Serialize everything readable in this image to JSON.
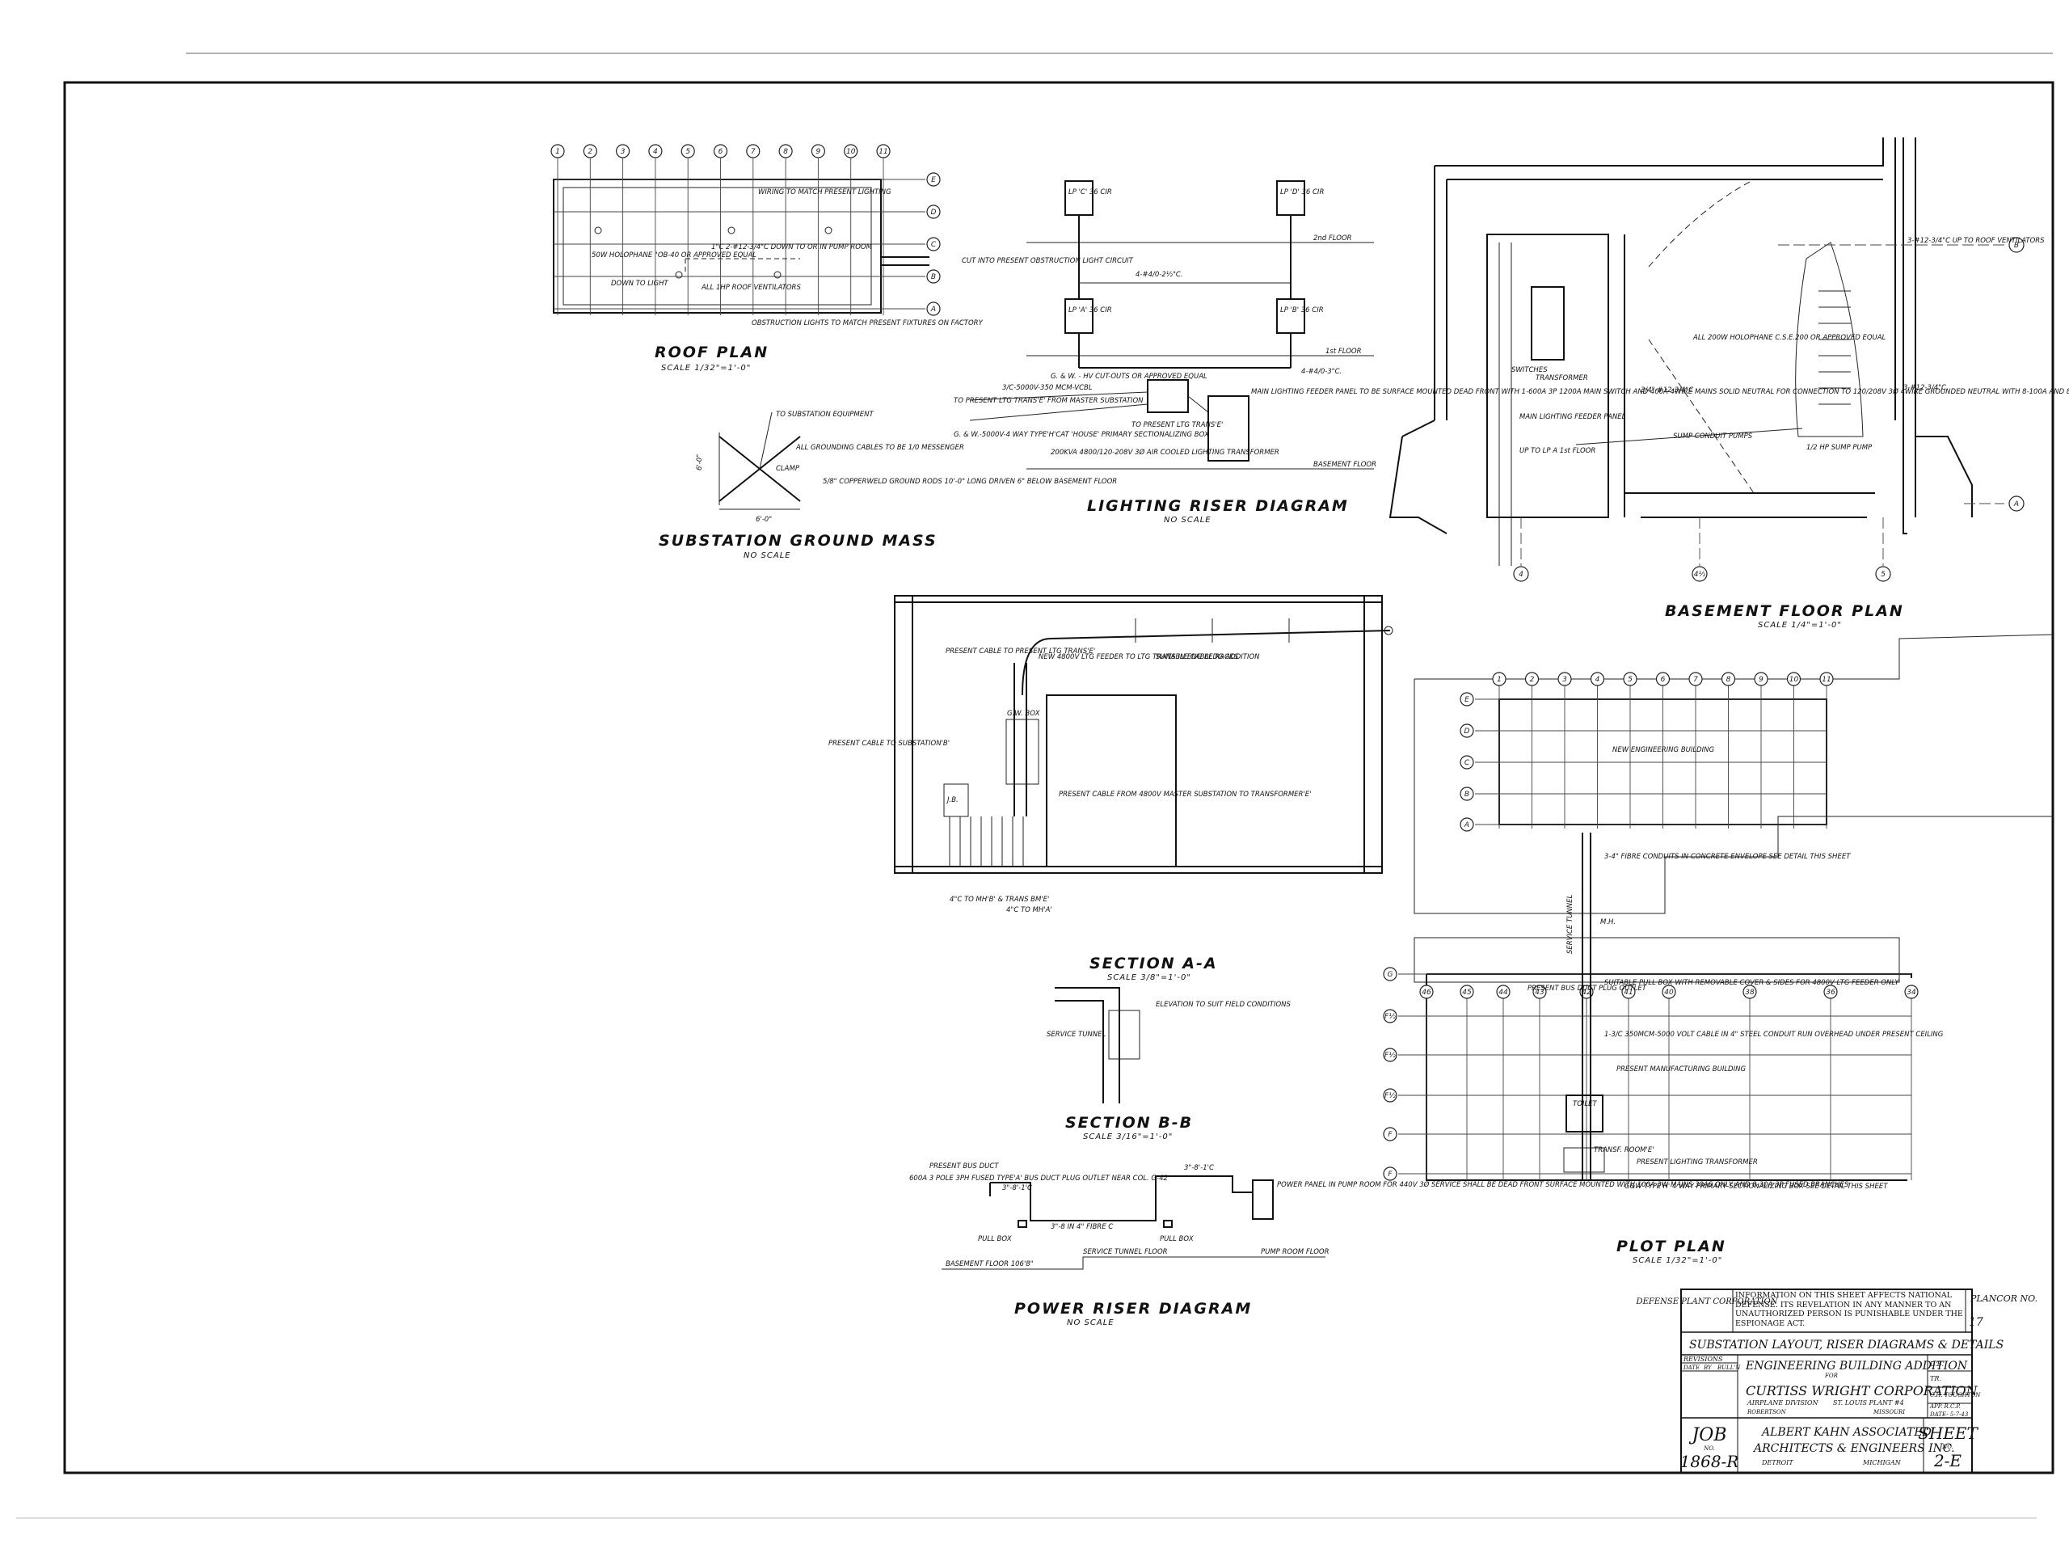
{
  "drawings": {
    "roof_plan": {
      "title": "ROOF PLAN",
      "scale": "SCALE 1/32\"=1'-0\"",
      "notes": [
        "WIRING TO MATCH PRESENT LIGHTING",
        "1\"C 2-#12-3/4\"C DOWN TO OR IN PUMP ROOM",
        "CUT INTO PRESENT OBSTRUCTION LIGHT CIRCUIT",
        "50W HOLOPHANE \"OB-40 OR APPROVED EQUAL",
        "DOWN TO LIGHT",
        "ALL 1HP ROOF VENTILATORS",
        "OBSTRUCTION LIGHTS TO MATCH PRESENT FIXTURES ON FACTORY"
      ],
      "column_bubbles": [
        "1",
        "2",
        "3",
        "4",
        "5",
        "6",
        "7",
        "8",
        "9",
        "10",
        "11"
      ],
      "row_bubbles": [
        "E",
        "D",
        "C",
        "B",
        "A"
      ]
    },
    "ground_mass": {
      "title": "SUBSTATION GROUND MASS",
      "scale": "NO SCALE",
      "notes": [
        "TO SUBSTATION EQUIPMENT",
        "ALL GROUNDING CABLES TO BE 1/0 MESSENGER",
        "CLAMP",
        "5/8\" COPPERWELD GROUND RODS 10'-0\" LONG DRIVEN 6\" BELOW BASEMENT FLOOR"
      ],
      "dims": [
        "6'-0\"",
        "6'-0\""
      ]
    },
    "lighting_riser": {
      "title": "LIGHTING RISER DIAGRAM",
      "scale": "NO SCALE",
      "panels": [
        "LP 'C' 36 CIR",
        "LP 'D' 36 CIR",
        "LP 'A' 36 CIR",
        "LP 'B' 36 CIR"
      ],
      "floors": [
        "2nd FLOOR",
        "1st FLOOR",
        "BASEMENT FLOOR"
      ],
      "notes": [
        "4-#4/0-2½\"C.",
        "4-#4/0-3\"C.",
        "G. & W. - HV CUT-OUTS OR APPROVED EQUAL",
        "3/C-5000V-350 MCM-VCBL",
        "TO PRESENT LTG TRANS'E' FROM MASTER SUBSTATION",
        "G. & W.-5000V-4 WAY TYPE'H'CAT 'HOUSE' PRIMARY SECTIONALIZING BOX",
        "TO PRESENT LTG TRANS'E'",
        "200KVA 4800/120-208V 3Ø AIR COOLED LIGHTING TRANSFORMER",
        "MAIN LIGHTING FEEDER PANEL TO BE SURFACE MOUNTED DEAD FRONT WITH 1-600A 3P 1200A MAIN SWITCH AND 400A 4WIRE MAINS SOLID NEUTRAL FOR CONNECTION TO 120/208V 3Ø 4WIRE GROUNDED NEUTRAL WITH 8-100A AND 8-200A 3P FUSED BRANCHES"
      ]
    },
    "basement_plan": {
      "title": "BASEMENT FLOOR PLAN",
      "scale": "SCALE 1/4\"=1'-0\"",
      "notes": [
        "ALL 200W HOLOPHANE C.S.E.200 OR APPROVED EQUAL",
        "3-#12-3/4\"C UP TO ROOF VENTILATORS",
        "MAIN LIGHTING FEEDER PANEL",
        "UP TO LP A 1st FLOOR",
        "SUMP CONDUIT PUMPS",
        "1/2 HP SUMP PUMP",
        "3-#12-3/4\"C",
        "TRANSFORMER",
        "3/4\"-#12-3/4\"C",
        "SWITCHES"
      ],
      "bubbles": [
        "B",
        "A",
        "4",
        "4½",
        "5"
      ]
    },
    "section_aa": {
      "title": "SECTION A-A",
      "scale": "SCALE 3/8\"=1'-0\"",
      "notes": [
        "PRESENT CABLE TO PRESENT LTG TRANS'E'",
        "NEW 4800V LTG FEEDER TO LTG TRANS IN ENG BLDG ADDITION",
        "SUITABLE CABLE RACKS",
        "PRESENT CABLE TO SUBSTATION'B'",
        "PRESENT CABLE FROM 4800V MASTER SUBSTATION TO TRANSFORMER'E'",
        "G.W. BOX",
        "J.B.",
        "4\"C TO MH'B' & TRANS BM'E'",
        "4\"C TO MH'A'"
      ]
    },
    "section_bb": {
      "title": "SECTION B-B",
      "scale": "SCALE 3/16\"=1'-0\"",
      "notes": [
        "ELEVATION TO SUIT FIELD CONDITIONS",
        "SERVICE TUNNEL"
      ]
    },
    "power_riser": {
      "title": "POWER RISER DIAGRAM",
      "scale": "NO SCALE",
      "notes": [
        "PRESENT BUS DUCT",
        "600A 3 POLE 3PH FUSED TYPE'A' BUS DUCT PLUG OUTLET NEAR COL. G-42",
        "3\"-8'-1'C",
        "3\"-8'-1'C",
        "3\"-8 IN 4\" FIBRE C",
        "PULL BOX",
        "PULL BOX",
        "POWER PANEL IN PUMP ROOM FOR 440V 3Ø SERVICE SHALL BE DEAD FRONT SURFACE MOUNTED WITH 100A 3W MAINS 30AS ONLY AND 8-30A 3P FUSED BRANCHES",
        "BASEMENT FLOOR 106'8\"",
        "SERVICE TUNNEL FLOOR",
        "PUMP ROOM FLOOR"
      ]
    },
    "plot_plan": {
      "title": "PLOT PLAN",
      "scale": "SCALE 1/32\"=1'-0\"",
      "buildings": [
        "NEW ENGINEERING BUILDING",
        "PRESENT MANUFACTURING BUILDING"
      ],
      "notes": [
        "3-4\" FIBRE CONDUITS IN CONCRETE ENVELOPE SEE DETAIL THIS SHEET",
        "SERVICE TUNNEL",
        "M.H.",
        "SUITABLE PULL BOX WITH REMOVABLE COVER & SIDES FOR 4800V LTG FEEDER ONLY",
        "PRESENT BUS DUCT PLUG OUTLET",
        "1-3/C 350MCM-5000 VOLT CABLE IN 4\" STEEL CONDUIT RUN OVERHEAD UNDER PRESENT CEILING",
        "TOILET",
        "TRANSF. ROOM'E'",
        "PRESENT LIGHTING TRANSFORMER",
        "G&W TYPE'H' 4 WAY PRIMARY SECTIONALIZING BOX SEE DETAIL THIS SHEET"
      ],
      "col_bubbles": [
        "1",
        "2",
        "3",
        "4",
        "5",
        "6",
        "7",
        "8",
        "9",
        "10",
        "11"
      ],
      "row_bubbles": [
        "E",
        "D",
        "C",
        "B",
        "A"
      ],
      "lower_col_bubbles": [
        "46",
        "45",
        "44",
        "43",
        "42",
        "41",
        "40",
        "38",
        "36",
        "34"
      ],
      "lower_row_bubbles": [
        "G",
        "F½",
        "F½",
        "F½",
        "F",
        "F"
      ]
    }
  },
  "title_block": {
    "agency": "DEFENSE PLANT CORPORATION",
    "security_notice": "INFORMATION ON THIS SHEET AFFECTS NATIONAL DEFENSE. ITS REVELATION IN ANY MANNER TO AN UNAUTHORIZED PERSON IS PUNISHABLE UNDER THE ESPIONAGE ACT.",
    "plancor_label": "PLANCOR NO.",
    "plancor_no": "17",
    "sheet_title": "SUBSTATION LAYOUT, RISER DIAGRAMS & DETAILS",
    "revisions_label": "REVISIONS",
    "rev_cols": [
      "DATE",
      "BY",
      "BULL'N"
    ],
    "project": "ENGINEERING BUILDING ADDITION",
    "for_label": "FOR",
    "client": "CURTISS WRIGHT CORPORATION",
    "division": "AIRPLANE DIVISION",
    "plant": "ST. LOUIS PLANT #4",
    "location_left": "ROBERTSON",
    "location_right": "MISSOURI",
    "drawn": "D.B.",
    "traced": "TR.",
    "checked": "C.H. TOUGHTON",
    "approved": "APP. R.C.P.",
    "date": "DATE- 5-7-43",
    "job_label": "JOB",
    "job_no_label": "NO.",
    "job_no": "1868-R",
    "firm": "ALBERT KAHN ASSOCIATED",
    "firm2": "ARCHITECTS & ENGINEERS INC.",
    "city": "DETROIT",
    "state": "MICHIGAN",
    "sheet_label": "SHEET",
    "sheet_no_label": "NO.",
    "sheet_no": "2-E"
  }
}
